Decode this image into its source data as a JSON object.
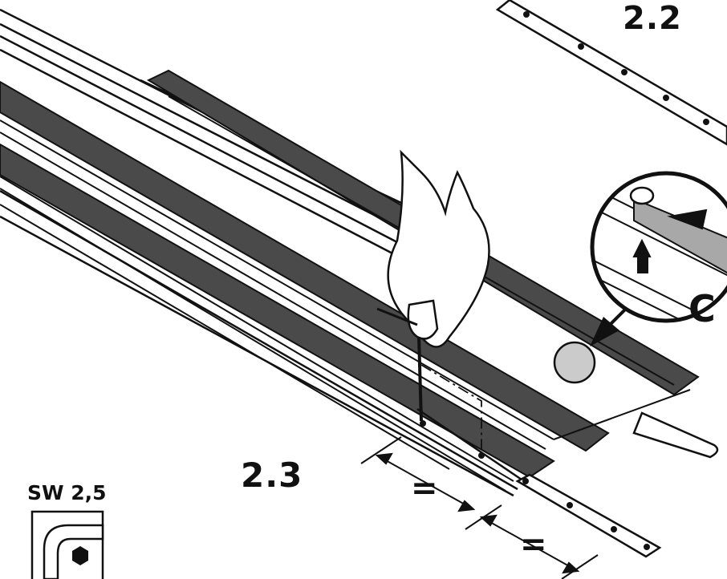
{
  "labels": {
    "step_2_2": "2.2",
    "step_2_3": "2.3",
    "detail": "C",
    "tool_size": "SW 2,5",
    "equal_mark": "="
  },
  "colors": {
    "line": "#111111",
    "rubber_strip": "#4a4a4a",
    "detail_highlight": "#a8a8a8",
    "background": "#ffffff"
  },
  "icons": {
    "tool": "hex-key-icon",
    "hand": "hand-holding-hex-key-icon",
    "arrow": "pointer-arrow-icon"
  }
}
